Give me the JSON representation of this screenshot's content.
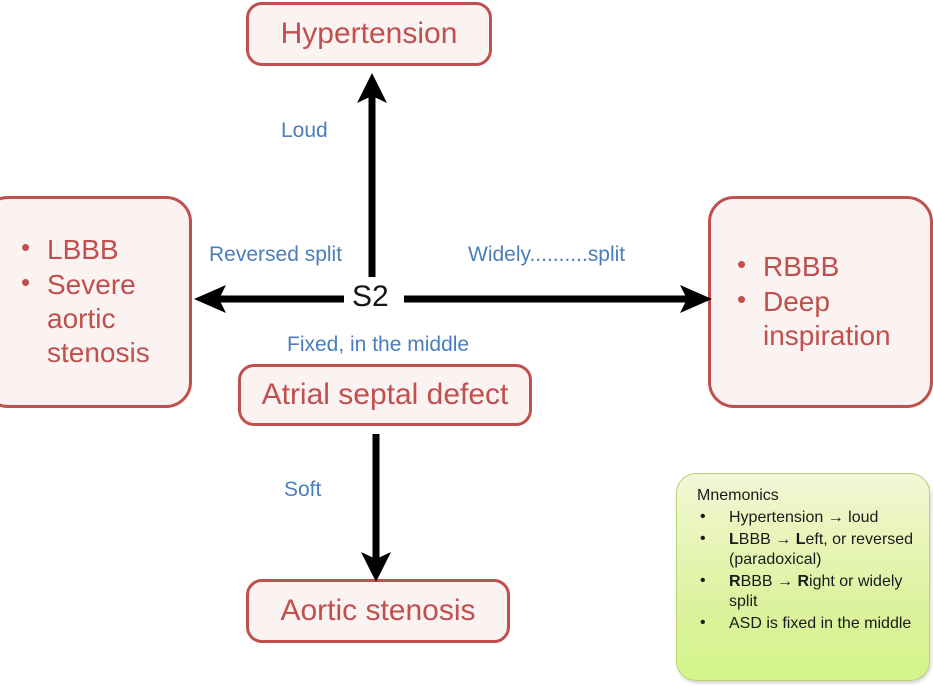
{
  "diagram": {
    "center_node": "S2",
    "boxes": {
      "hypertension": {
        "label": "Hypertension"
      },
      "lbbb": {
        "items": [
          "LBBB",
          "Severe aortic stenosis"
        ]
      },
      "rbbb": {
        "items": [
          "RBBB",
          "Deep inspiration"
        ]
      },
      "asd": {
        "label": "Atrial septal defect"
      },
      "aortic_stenosis": {
        "label": "Aortic stenosis"
      }
    },
    "edge_labels": {
      "up": "Loud",
      "left": "Reversed split",
      "right": "Widely..........split",
      "middle": "Fixed, in the middle",
      "down": "Soft"
    }
  },
  "mnemonics": {
    "title": "Mnemonics",
    "items": [
      {
        "prefix_bold": "",
        "text": "Hypertension → loud"
      },
      {
        "prefix_bold": "L",
        "text": "BBB → ",
        "bold2": "L",
        "text2": "eft, or reversed (paradoxical)"
      },
      {
        "prefix_bold": "R",
        "text": "BBB →  ",
        "bold2": "R",
        "text2": "ight or widely split"
      },
      {
        "prefix_bold": "",
        "text": "ASD is fixed in the middle"
      }
    ]
  },
  "colors": {
    "box_border": "#C0504D",
    "box_fill": "#FBF2F2",
    "box_text": "#C0504D",
    "label_blue": "#4A7EBB",
    "arrow_black": "#000000",
    "mnemonics_green_top": "#F2F7D8",
    "mnemonics_green_bottom": "#D4F58A"
  }
}
